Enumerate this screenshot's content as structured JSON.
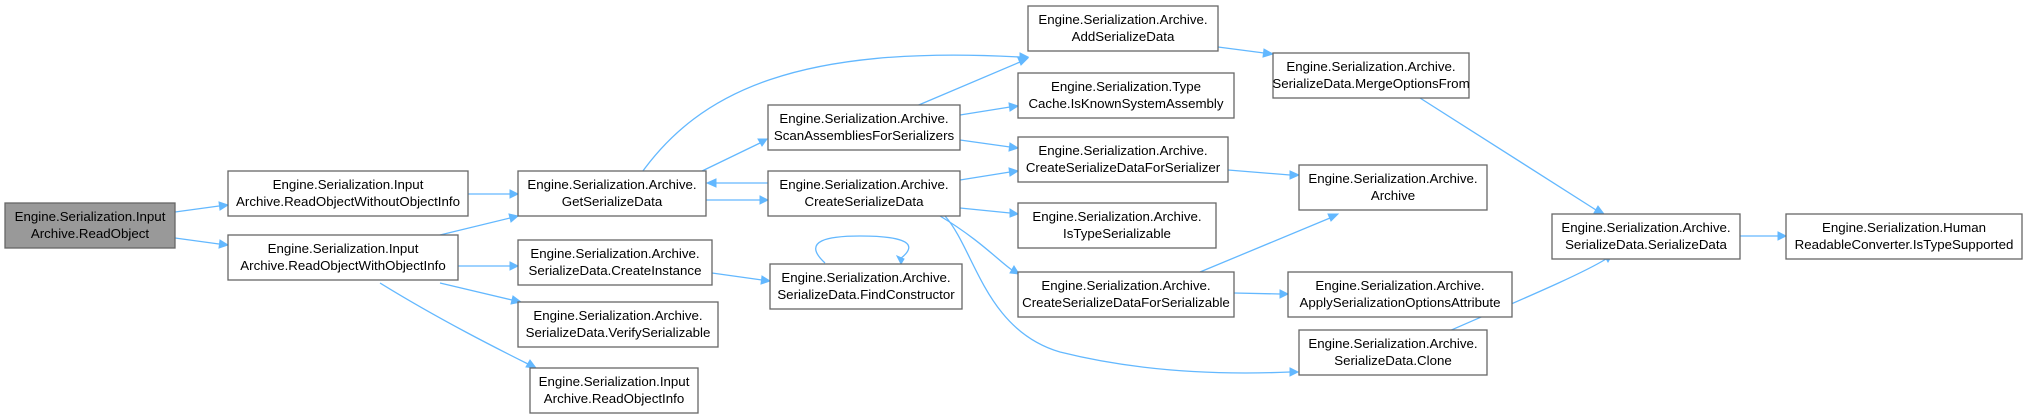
{
  "title": "Call graph",
  "colors": {
    "edge": "#63b8ff",
    "node_border": "#666666",
    "root_fill": "#999999",
    "node_fill": "#ffffff"
  },
  "nodes": {
    "n1": {
      "lines": [
        "Engine.Serialization.Input",
        "Archive.ReadObject"
      ]
    },
    "n2": {
      "lines": [
        "Engine.Serialization.Input",
        "Archive.ReadObjectWithoutObjectInfo"
      ]
    },
    "n3": {
      "lines": [
        "Engine.Serialization.Archive.",
        "GetSerializeData"
      ]
    },
    "n4": {
      "lines": [
        "Engine.Serialization.Archive.",
        "AddSerializeData"
      ]
    },
    "n5": {
      "lines": [
        "Engine.Serialization.Archive.",
        "ScanAssembliesForSerializers"
      ]
    },
    "n6": {
      "lines": [
        "Engine.Serialization.Archive.",
        "CreateSerializeData"
      ]
    },
    "n7": {
      "lines": [
        "Engine.Serialization.Archive.",
        "SerializeData.MergeOptionsFrom"
      ]
    },
    "n8": {
      "lines": [
        "Engine.Serialization.Archive.",
        "SerializeData.SerializeData"
      ]
    },
    "n9": {
      "lines": [
        "Engine.Serialization.Human",
        "ReadableConverter.IsTypeSupported"
      ]
    },
    "n10": {
      "lines": [
        "Engine.Serialization.Type",
        "Cache.IsKnownSystemAssembly"
      ]
    },
    "n11": {
      "lines": [
        "Engine.Serialization.Archive.",
        "CreateSerializeDataForSerializer"
      ]
    },
    "n12": {
      "lines": [
        "Engine.Serialization.Archive.",
        "Archive"
      ]
    },
    "n13": {
      "lines": [
        "Engine.Serialization.Archive.",
        "CreateSerializeDataForSerializable"
      ]
    },
    "n14": {
      "lines": [
        "Engine.Serialization.Archive.",
        "ApplySerializationOptionsAttribute"
      ]
    },
    "n15": {
      "lines": [
        "Engine.Serialization.Archive.",
        "SerializeData.Clone"
      ]
    },
    "n16": {
      "lines": [
        "Engine.Serialization.Archive.",
        "IsTypeSerializable"
      ]
    },
    "n17": {
      "lines": [
        "Engine.Serialization.Input",
        "Archive.ReadObjectWithObjectInfo"
      ]
    },
    "n18": {
      "lines": [
        "Engine.Serialization.Archive.",
        "SerializeData.CreateInstance"
      ]
    },
    "n19": {
      "lines": [
        "Engine.Serialization.Archive.",
        "SerializeData.FindConstructor"
      ]
    },
    "n20": {
      "lines": [
        "Engine.Serialization.Archive.",
        "SerializeData.VerifySerializable"
      ]
    },
    "n21": {
      "lines": [
        "Engine.Serialization.Input",
        "Archive.ReadObjectInfo"
      ]
    }
  },
  "edges": [
    [
      "n1",
      "n2"
    ],
    [
      "n1",
      "n17"
    ],
    [
      "n2",
      "n3"
    ],
    [
      "n3",
      "n4"
    ],
    [
      "n3",
      "n5"
    ],
    [
      "n3",
      "n6"
    ],
    [
      "n6",
      "n3"
    ],
    [
      "n4",
      "n7"
    ],
    [
      "n7",
      "n8"
    ],
    [
      "n8",
      "n9"
    ],
    [
      "n5",
      "n4"
    ],
    [
      "n5",
      "n10"
    ],
    [
      "n5",
      "n11"
    ],
    [
      "n6",
      "n11"
    ],
    [
      "n6",
      "n16"
    ],
    [
      "n6",
      "n13"
    ],
    [
      "n6",
      "n15"
    ],
    [
      "n11",
      "n12"
    ],
    [
      "n13",
      "n12"
    ],
    [
      "n13",
      "n14"
    ],
    [
      "n15",
      "n8"
    ],
    [
      "n17",
      "n3"
    ],
    [
      "n17",
      "n18"
    ],
    [
      "n17",
      "n20"
    ],
    [
      "n17",
      "n21"
    ],
    [
      "n18",
      "n19"
    ],
    [
      "n19",
      "n19"
    ]
  ]
}
